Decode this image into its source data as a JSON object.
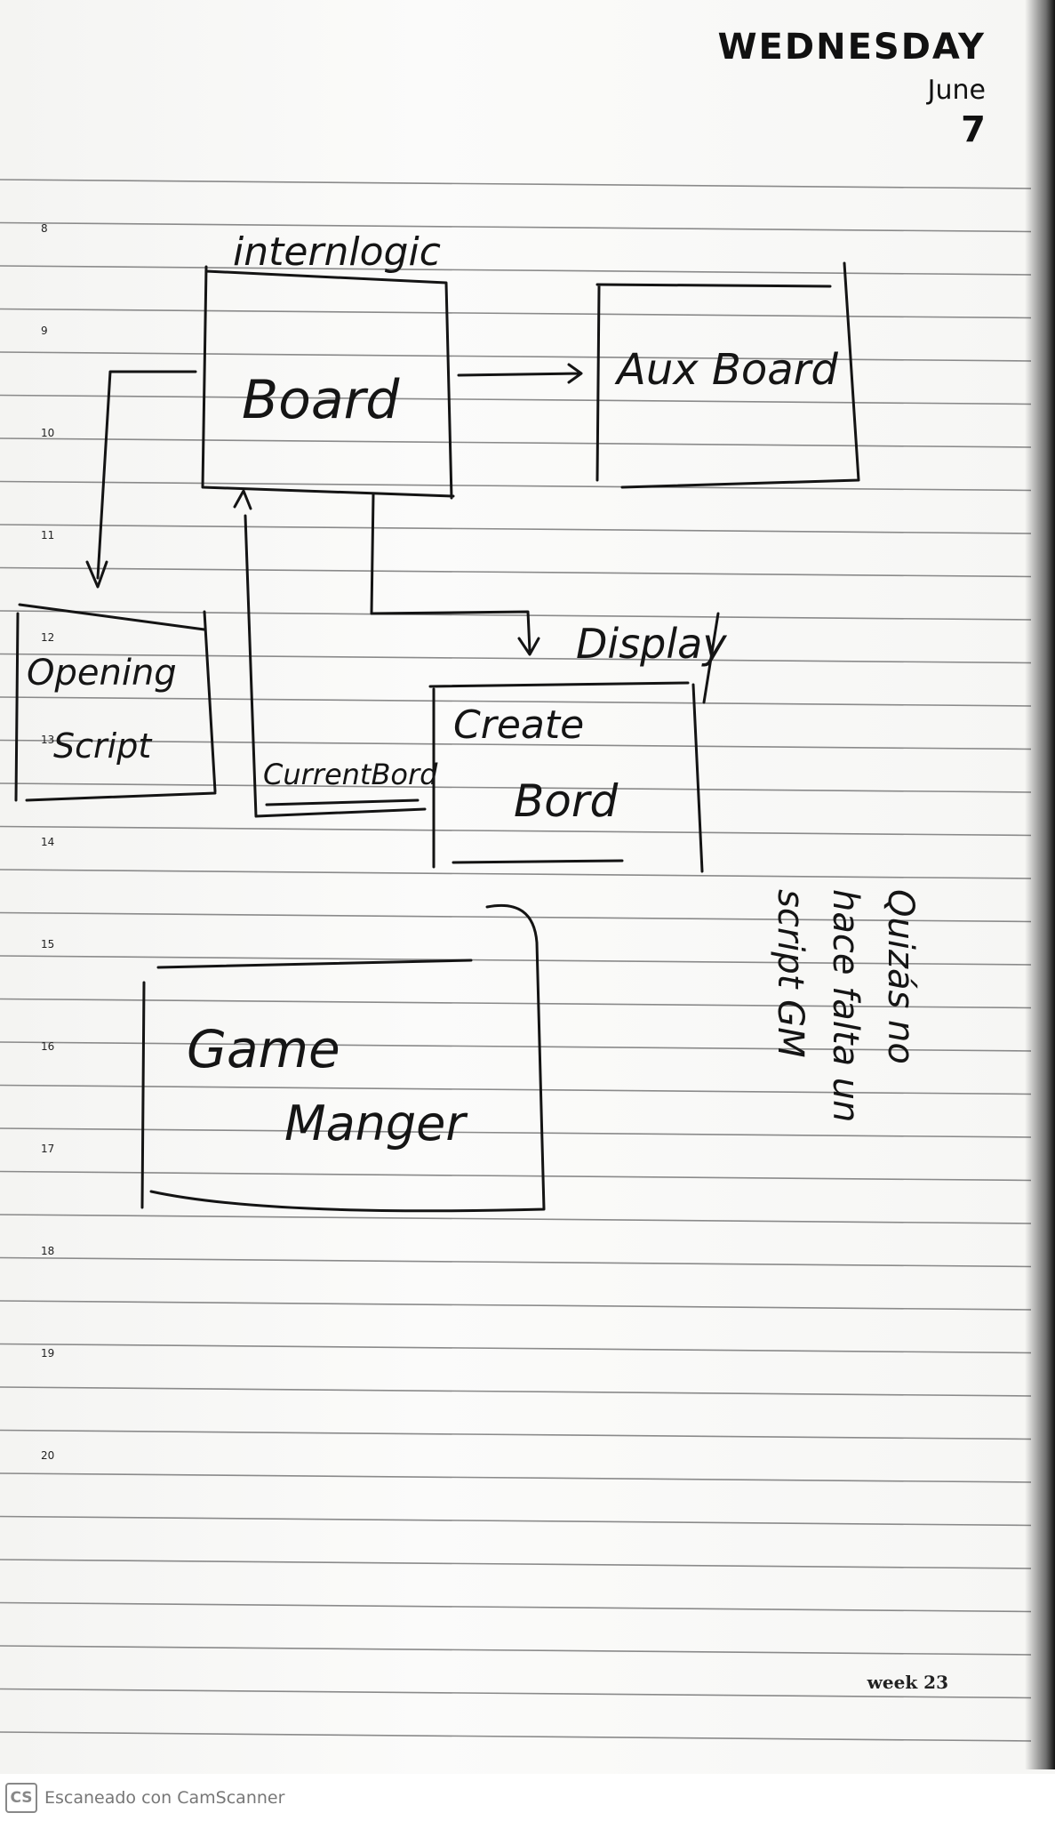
{
  "header": {
    "day": "WEDNESDAY",
    "month": "June",
    "date": "7"
  },
  "hours": [
    "8",
    "9",
    "10",
    "11",
    "12",
    "13",
    "14",
    "15",
    "16",
    "17",
    "18",
    "19",
    "20"
  ],
  "diagram": {
    "boxes": {
      "board": {
        "label": "Board",
        "caption": "internlogic"
      },
      "aux_board": {
        "label": "Aux Board"
      },
      "opening_script": {
        "line1": "Opening",
        "line2": "Script"
      },
      "create_board": {
        "line1": "Create",
        "line2": "Bord",
        "caption": "Display"
      },
      "game_manager": {
        "line1": "Game",
        "line2": "Manger"
      }
    },
    "edge_labels": {
      "current_board": "CurrentBord"
    },
    "note": {
      "lines": [
        "Quizás no",
        "hace falta un",
        "script GM"
      ]
    }
  },
  "footer": {
    "week": "week 23",
    "scanner_logo": "CS",
    "scanner_text": "Escaneado con CamScanner"
  }
}
